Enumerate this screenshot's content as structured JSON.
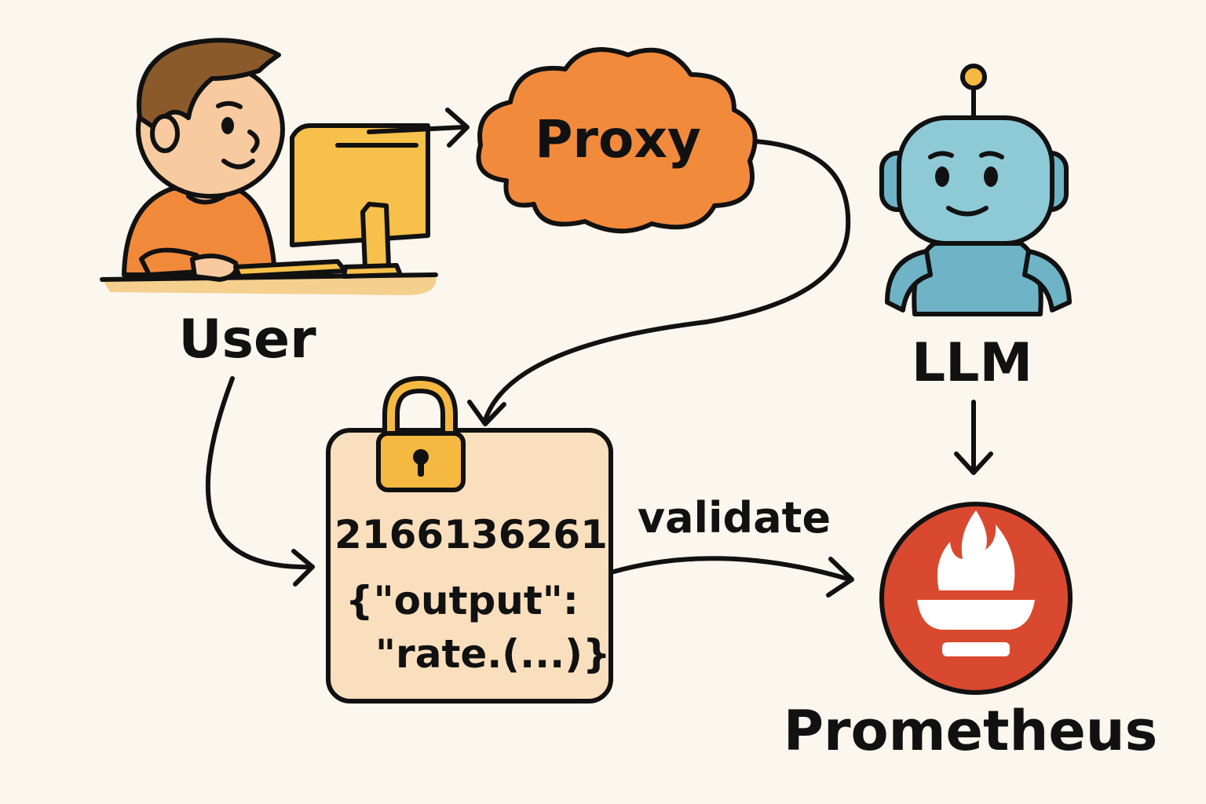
{
  "nodes": {
    "user": {
      "label": "User"
    },
    "proxy": {
      "label": "Proxy"
    },
    "llm": {
      "label": "LLM"
    },
    "prometheus": {
      "label": "Prometheus"
    }
  },
  "card": {
    "hash": "2166136261",
    "line1": "{\"output\":",
    "line2": "\"rate.(...)}"
  },
  "edges": {
    "validate": {
      "label": "validate"
    }
  },
  "colors": {
    "background": "#fbf6ee",
    "proxy_cloud": "#f28a3c",
    "monitor": "#f7c04a",
    "robot": "#8ec9d6",
    "prometheus": "#d9492f",
    "card": "#f9dfbd",
    "lock": "#f5b942"
  }
}
